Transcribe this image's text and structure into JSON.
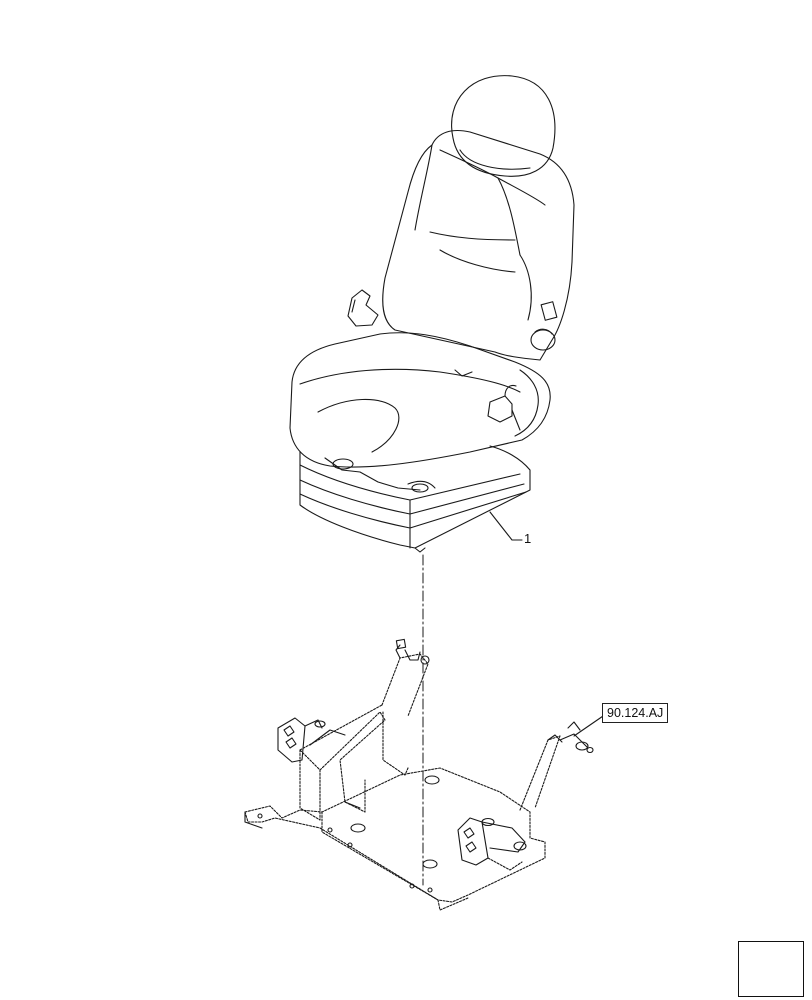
{
  "diagram": {
    "callouts": [
      {
        "id": "1",
        "label": "1"
      }
    ],
    "reference": {
      "label": "90.124.AJ"
    },
    "navigation": {
      "icon": "arrow-next-page-icon"
    }
  }
}
